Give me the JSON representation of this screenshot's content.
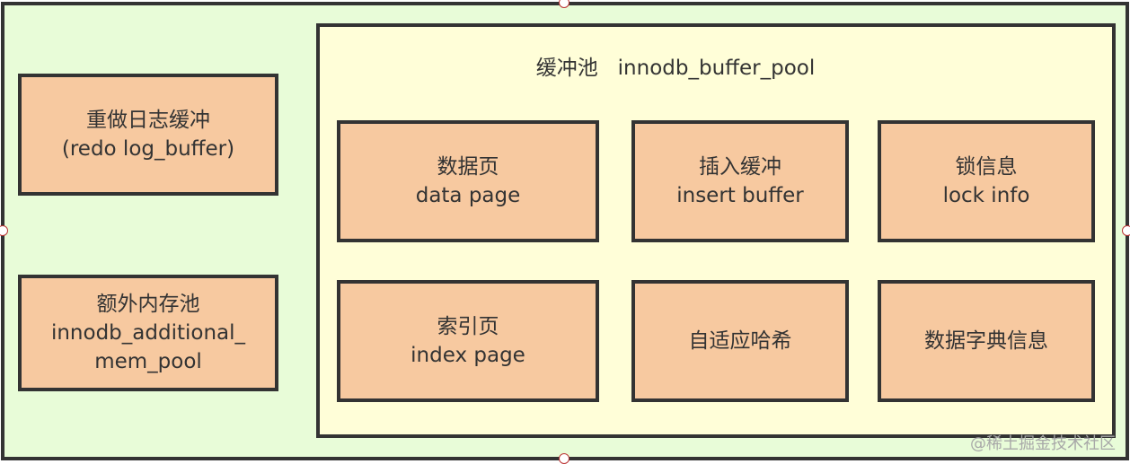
{
  "colors": {
    "outer_bg": "#e8fcd8",
    "pool_bg": "#fffed8",
    "box_fill": "#f7c9a0",
    "border": "#333333"
  },
  "left": [
    {
      "line1": "重做日志缓冲",
      "line2": "(redo log_buffer)"
    },
    {
      "line1": "额外内存池",
      "line2": "innodb_additional_",
      "line3": "mem_pool"
    }
  ],
  "pool": {
    "title": "缓冲池   innodb_buffer_pool",
    "items": [
      {
        "line1": "数据页",
        "line2": "data page"
      },
      {
        "line1": "插入缓冲",
        "line2": "insert buffer"
      },
      {
        "line1": "锁信息",
        "line2": "lock info"
      },
      {
        "line1": "索引页",
        "line2": "index page"
      },
      {
        "line1": "自适应哈希"
      },
      {
        "line1": "数据字典信息"
      }
    ]
  },
  "watermark": "@稀土掘金技术社区"
}
